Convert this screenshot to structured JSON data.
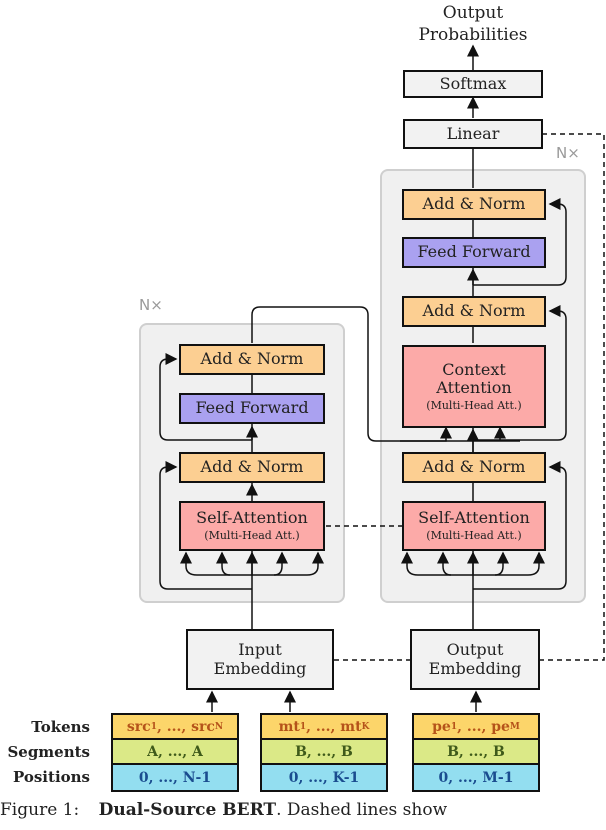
{
  "output_label_line1": "Output",
  "output_label_line2": "Probabilities",
  "softmax": "Softmax",
  "linear": "Linear",
  "nx_left": "N×",
  "nx_right": "N×",
  "encoder": {
    "add_norm_top": "Add & Norm",
    "feed_forward": "Feed Forward",
    "add_norm_bottom": "Add & Norm",
    "self_attention": "Self-Attention",
    "self_attention_sub": "(Multi-Head Att.)",
    "embedding_line1": "Input",
    "embedding_line2": "Embedding"
  },
  "decoder": {
    "add_norm_top": "Add & Norm",
    "feed_forward": "Feed Forward",
    "add_norm_mid": "Add & Norm",
    "context_line1": "Context",
    "context_line2": "Attention",
    "context_sub": "(Multi-Head Att.)",
    "add_norm_bottom": "Add & Norm",
    "self_attention": "Self-Attention",
    "self_attention_sub": "(Multi-Head Att.)",
    "embedding_line1": "Output",
    "embedding_line2": "Embedding"
  },
  "row_labels": {
    "tokens": "Tokens",
    "segments": "Segments",
    "positions": "Positions"
  },
  "inputs": {
    "src": {
      "tok_main": "src",
      "tok_sub1": "1",
      "tok_mid": ", ..., src",
      "tok_subN": "N",
      "seg": "A, ..., A",
      "pos": "0, ..., N-1"
    },
    "mt": {
      "tok_main": "mt",
      "tok_sub1": "1",
      "tok_mid": ", ..., mt",
      "tok_subN": "K",
      "seg": "B, ..., B",
      "pos": "0, ..., K-1"
    },
    "pe": {
      "tok_main": "pe",
      "tok_sub1": "1",
      "tok_mid": ", ..., pe",
      "tok_subN": "M",
      "seg": "B, ..., B",
      "pos": "0, ..., M-1"
    }
  },
  "caption": {
    "prefix": "Figure 1:",
    "bold": "Dual-Source BERT",
    "rest": ". Dashed lines show"
  },
  "colors": {
    "add_norm": "#fccf92",
    "feed_forward": "#aaa1f0",
    "attention": "#fcaaa8",
    "plain": "#f2f2f2",
    "tokens": "#fcd56a",
    "segments": "#dbe987",
    "positions": "#93def0"
  }
}
